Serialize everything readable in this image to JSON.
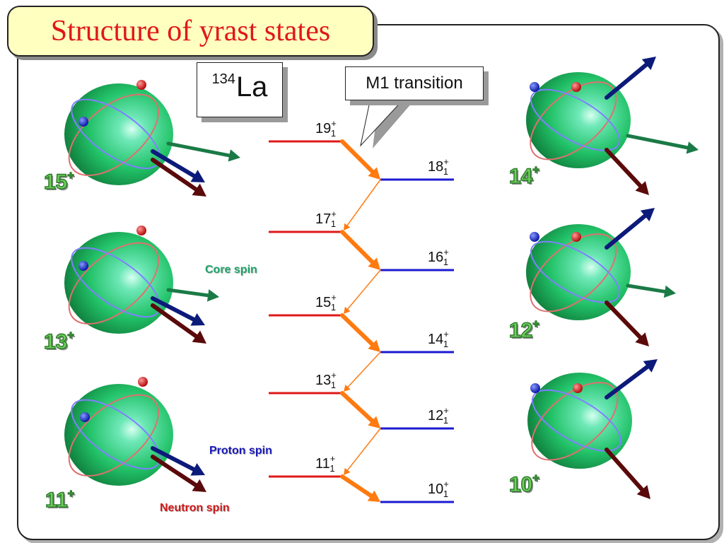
{
  "title": "Structure of yrast states",
  "nucleus": {
    "mass_number": "134",
    "symbol": "La"
  },
  "callout": "M1 transition",
  "labels": {
    "core_spin": "Core spin",
    "proton_spin": "Proton spin",
    "neutron_spin": "Neutron spin"
  },
  "left_states": [
    {
      "spin": "15",
      "parity": "+"
    },
    {
      "spin": "13",
      "parity": "+"
    },
    {
      "spin": "11",
      "parity": "+"
    }
  ],
  "right_states": [
    {
      "spin": "14",
      "parity": "+"
    },
    {
      "spin": "12",
      "parity": "+"
    },
    {
      "spin": "10",
      "parity": "+"
    }
  ],
  "levels_odd": [
    {
      "spin": "19",
      "parity": "+",
      "index": "1"
    },
    {
      "spin": "17",
      "parity": "+",
      "index": "1"
    },
    {
      "spin": "15",
      "parity": "+",
      "index": "1"
    },
    {
      "spin": "13",
      "parity": "+",
      "index": "1"
    },
    {
      "spin": "11",
      "parity": "+",
      "index": "1"
    }
  ],
  "levels_even": [
    {
      "spin": "18",
      "parity": "+",
      "index": "1"
    },
    {
      "spin": "16",
      "parity": "+",
      "index": "1"
    },
    {
      "spin": "14",
      "parity": "+",
      "index": "1"
    },
    {
      "spin": "12",
      "parity": "+",
      "index": "1"
    },
    {
      "spin": "10",
      "parity": "+",
      "index": "1"
    }
  ],
  "colors": {
    "odd_level": "#e01818",
    "even_level": "#1a1ad0",
    "m1_arrow": "#ff7a10",
    "core_spin": "#1a7a46",
    "proton_spin": "#0c1a7a",
    "neutron_spin": "#5a0a0a",
    "nucleus_body": "#27c46a",
    "proton": "#1020c0",
    "neutron": "#d01010"
  }
}
